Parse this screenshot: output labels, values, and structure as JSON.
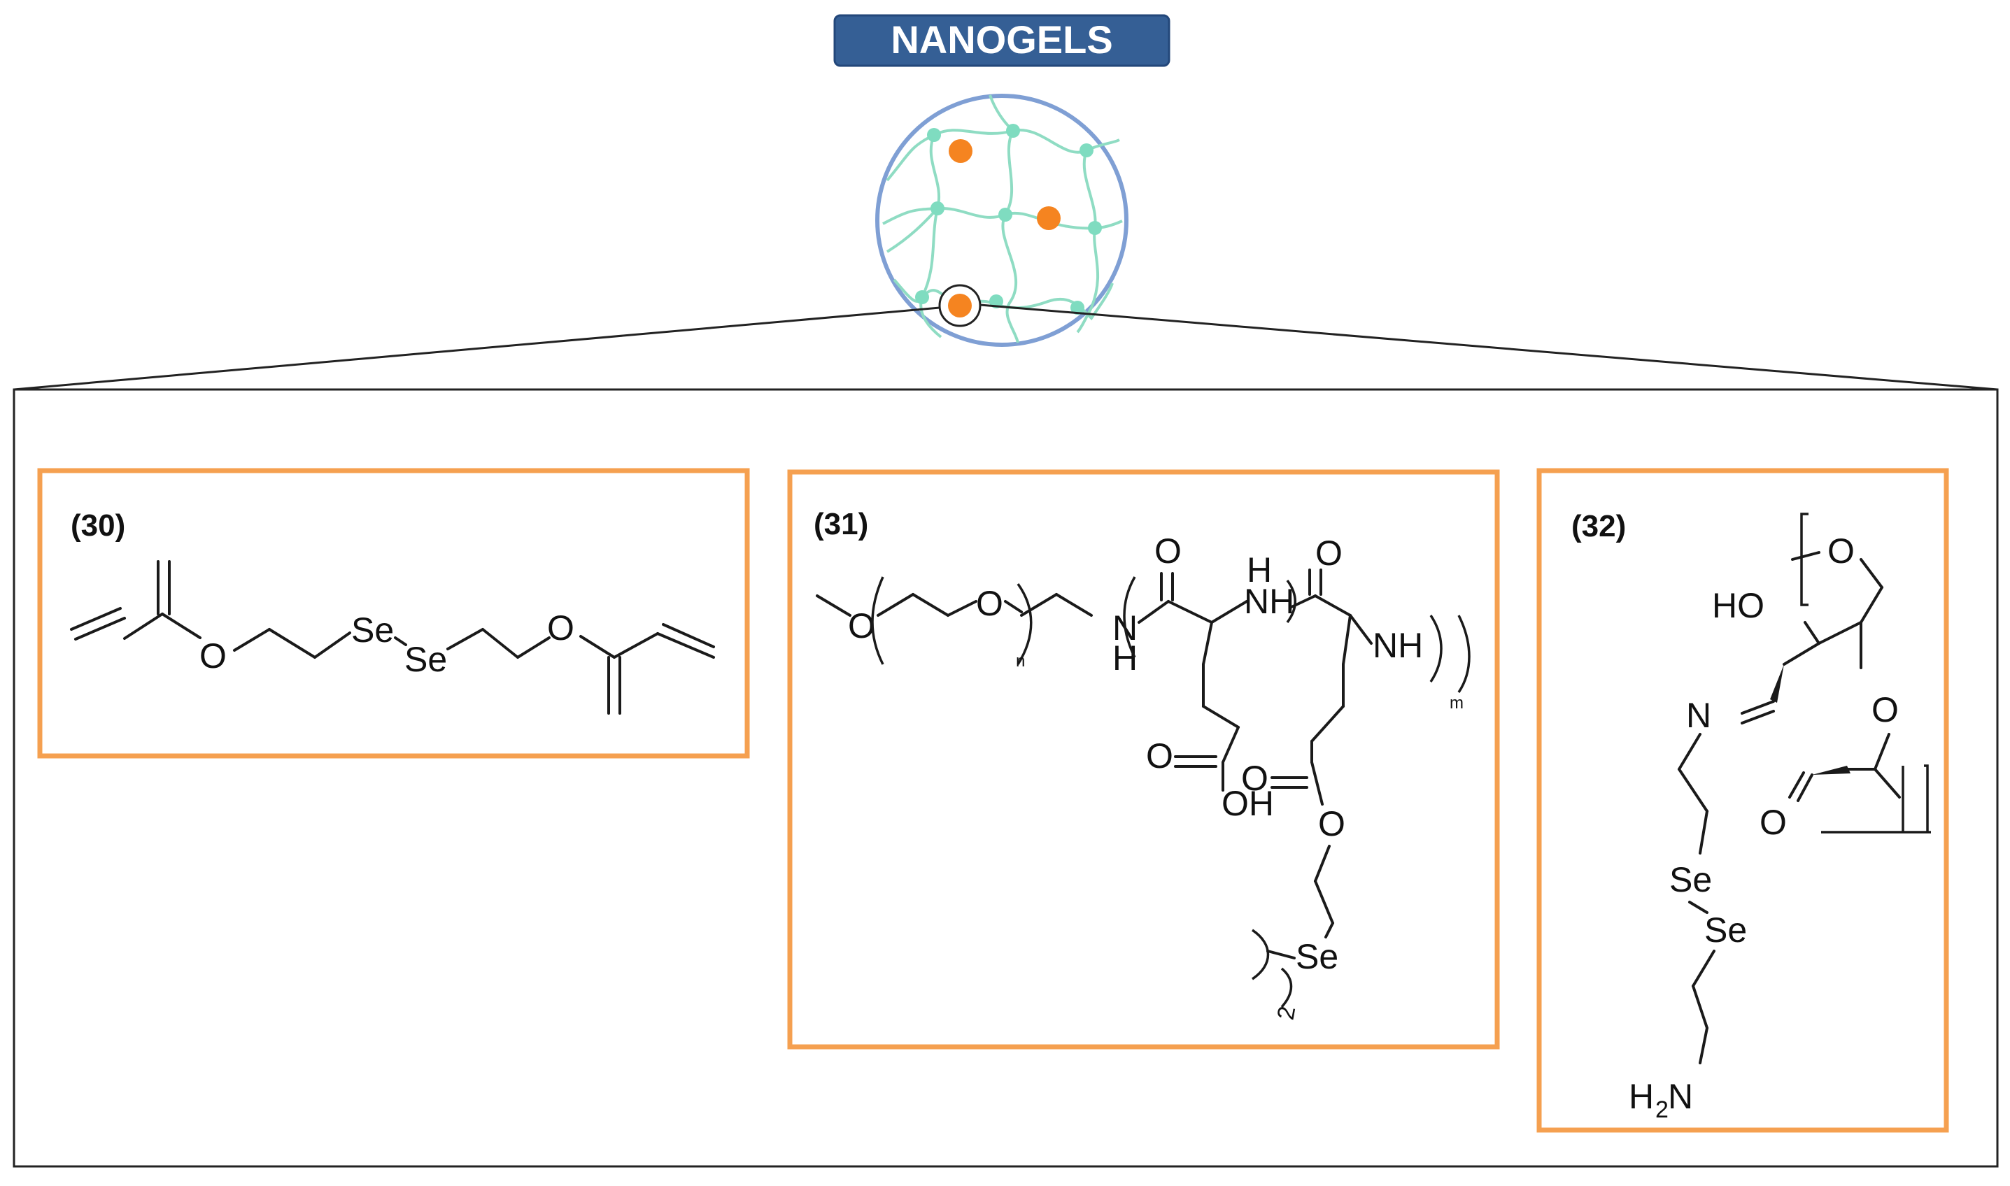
{
  "header": {
    "title": "NANOGELS"
  },
  "colors": {
    "title_fill": "#355f95",
    "title_text": "#ffffff",
    "sphere_border": "#7f9fd4",
    "mesh": "#8fdcc3",
    "cargo": "#f58420",
    "panel_border": "#f5a050"
  },
  "panels": [
    {
      "label": "(30)",
      "atoms": {
        "o1": "O",
        "se1": "Se",
        "se2": "Se",
        "o2": "O"
      }
    },
    {
      "label": "(31)",
      "atoms": {
        "o_me": "O",
        "o_peg": "O",
        "n": "n",
        "nh_a": "N",
        "h_a": "H",
        "o_carb1": "O",
        "nh_b": "NH",
        "h_b": "H",
        "o_carb2": "O",
        "nh_c": "NH",
        "m": "m",
        "o_acid": "O",
        "oh": "OH",
        "o_ester": "O",
        "o_ester2": "O",
        "se": "Se",
        "two": "2"
      }
    },
    {
      "label": "(32)",
      "atoms": {
        "o_ring": "O",
        "ho": "HO",
        "n": "N",
        "o_link": "O",
        "o_ald": "O",
        "se1": "Se",
        "se2": "Se",
        "h": "H",
        "sub2": "2",
        "n2": "N"
      }
    }
  ]
}
